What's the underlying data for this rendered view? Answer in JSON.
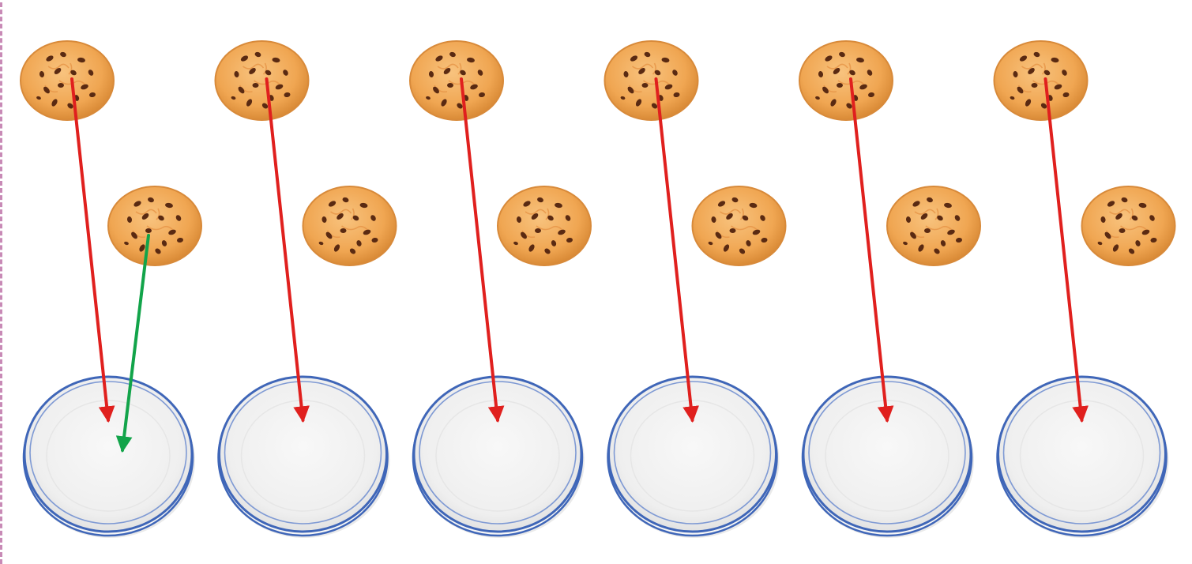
{
  "groups": [
    {
      "id": "group-1",
      "second_cookie_arrow": "green"
    },
    {
      "id": "group-2",
      "second_cookie_arrow": null
    },
    {
      "id": "group-3",
      "second_cookie_arrow": null
    },
    {
      "id": "group-4",
      "second_cookie_arrow": null
    },
    {
      "id": "group-5",
      "second_cookie_arrow": null
    },
    {
      "id": "group-6",
      "second_cookie_arrow": null
    }
  ],
  "counts": {
    "cookies": 12,
    "plates": 6,
    "red_arrows": 6,
    "green_arrows": 1
  },
  "colors": {
    "red_arrow": "#e0201e",
    "green_arrow": "#12a44a",
    "cookie_dough": "#f2a654",
    "cookie_edge": "#d88a3a",
    "chocolate_chip": "#5a2a12",
    "plate_rim": "#3f66b8",
    "plate_body": "#f3f3f3",
    "frame_border": "#c88ab6"
  },
  "icons": {
    "cookie": "cookie-icon",
    "plate": "plate-icon",
    "arrow": "arrow-icon"
  }
}
